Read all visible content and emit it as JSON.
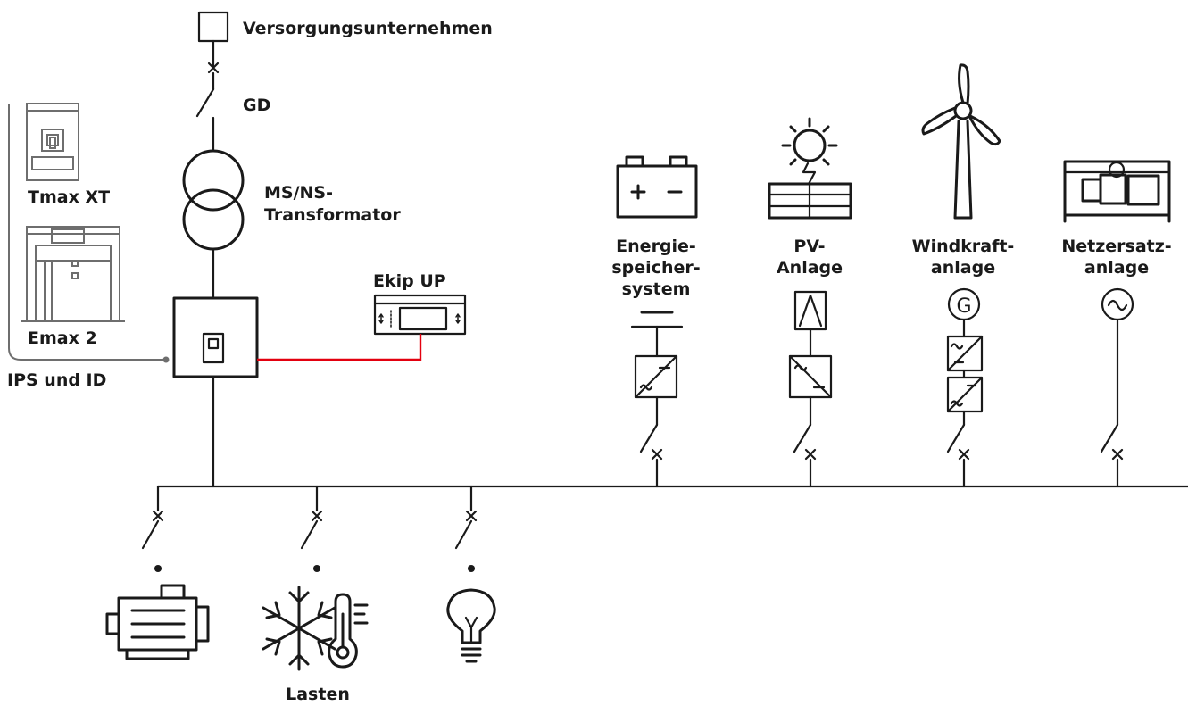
{
  "labels": {
    "utility": "Versorgungsunternehmen",
    "gd": "GD",
    "transformer_line1": "MS/NS-",
    "transformer_line2": "Transformator",
    "tmax": "Tmax XT",
    "emax": "Emax 2",
    "ips": "IPS und ID",
    "ekip": "Ekip UP",
    "storage_line1": "Energie-",
    "storage_line2": "speicher-",
    "storage_line3": "system",
    "pv_line1": "PV-",
    "pv_line2": "Anlage",
    "wind_line1": "Windkraft-",
    "wind_line2": "anlage",
    "genset_line1": "Netzersatz-",
    "genset_line2": "anlage",
    "generator_symbol": "G",
    "loads": "Lasten"
  },
  "colors": {
    "line": "#1a1a1a",
    "gray": "#6e6e6e",
    "signal": "#e3000f"
  },
  "icons": [
    "battery-icon",
    "solar-panel-icon",
    "wind-turbine-icon",
    "generator-set-icon",
    "motor-icon",
    "hvac-icon",
    "light-bulb-icon"
  ]
}
